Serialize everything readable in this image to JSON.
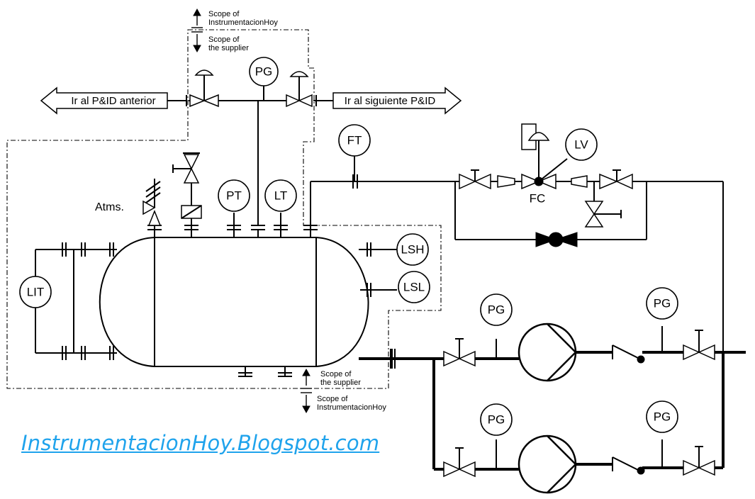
{
  "scope_top": {
    "upper": [
      "Scope of",
      "InstrumentacionHoy"
    ],
    "lower": [
      "Scope of",
      "the supplier"
    ]
  },
  "scope_bottom": {
    "upper": [
      "Scope of",
      "the supplier"
    ],
    "lower": [
      "Scope of",
      "InstrumentacionHoy"
    ]
  },
  "nav": {
    "prev": "Ir al P&ID anterior",
    "next": "Ir al siguiente P&ID"
  },
  "vent_label": "Atms.",
  "instruments": {
    "pg_header": "PG",
    "ft": "FT",
    "lv": "LV",
    "fc": "FC",
    "pt": "PT",
    "lt": "LT",
    "lit": "LIT",
    "lsh": "LSH",
    "lsl": "LSL",
    "pg_pump1_suction": "PG",
    "pg_pump1_discharge": "PG",
    "pg_pump2_suction": "PG",
    "pg_pump2_discharge": "PG"
  },
  "watermark": "InstrumentacionHoy.Blogspot.com"
}
